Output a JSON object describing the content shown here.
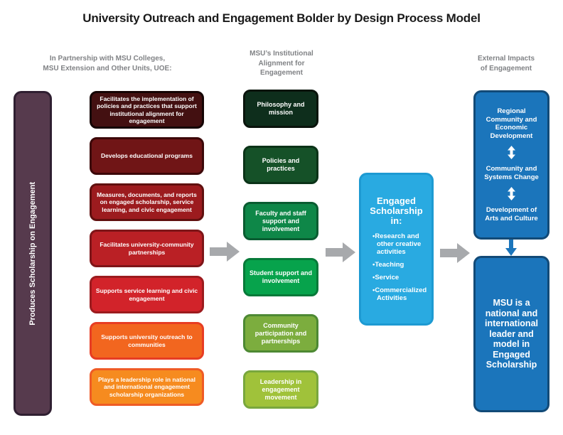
{
  "title": "University Outreach and Engagement Bolder by Design Process Model",
  "colors": {
    "background": "#ffffff",
    "title_text": "#1a1a1a",
    "header_text": "#808285",
    "flow_arrow": "#a7a9ac",
    "connector_arrow": "#1b75bb",
    "box_text": "#ffffff"
  },
  "left_bar": {
    "label": "Produces Scholarship on Engagement",
    "fill": "#563a4d",
    "border": "#2f1f31"
  },
  "partnership": {
    "header": "In Partnership with MSU Colleges,\nMSU Extension and Other Units, UOE:",
    "boxes": [
      {
        "text": "Facilitates the implementation of policies and practices that support institutional alignment for engagement",
        "fill": "#431011",
        "border": "#150404"
      },
      {
        "text": "Develops educational programs",
        "fill": "#701516",
        "border": "#3c0809"
      },
      {
        "text": "Measures, documents, and reports on engaged scholarship, service learning, and civic engagement",
        "fill": "#9c1b1e",
        "border": "#60100f"
      },
      {
        "text": "Facilitates university-community partnerships",
        "fill": "#ba2025",
        "border": "#7e1518"
      },
      {
        "text": "Supports service learning and civic engagement",
        "fill": "#d2232a",
        "border": "#9c1b1e"
      },
      {
        "text": "Supports university outreach to communities",
        "fill": "#f2661f",
        "border": "#e73d23"
      },
      {
        "text": "Plays a leadership role in national and international engagement scholarship organizations",
        "fill": "#f68b1f",
        "border": "#ef5b25"
      }
    ]
  },
  "alignment": {
    "header": "MSU’s Institutional\nAlignment for\nEngagement",
    "boxes": [
      {
        "text": "Philosophy and mission",
        "fill": "#0e2e1c",
        "border": "#0a140c"
      },
      {
        "text": "Policies and practices",
        "fill": "#155128",
        "border": "#0b3318"
      },
      {
        "text": "Faculty and staff support and involvement",
        "fill": "#0e8748",
        "border": "#0a5c31"
      },
      {
        "text": "Student support and involvement",
        "fill": "#07a34c",
        "border": "#077a39"
      },
      {
        "text": "Community participation and partnerships",
        "fill": "#7cad3e",
        "border": "#4d8933"
      },
      {
        "text": "Leadership in engagement movement",
        "fill": "#a0c23a",
        "border": "#79a73d"
      }
    ]
  },
  "scholarship": {
    "heading": "Engaged Scholarship in:",
    "bullets": [
      "Research and other creative activities",
      "Teaching",
      "Service",
      "Commercialized Activities"
    ],
    "fill": "#29aae1",
    "border": "#1d9ad2"
  },
  "impacts": {
    "header": "External Impacts\nof Engagement",
    "top_box": {
      "items": [
        "Regional Community and Economic Development",
        "Community and Systems Change",
        "Development of Arts and Culture"
      ],
      "fill": "#1b75bb",
      "border": "#124a77"
    },
    "bottom_box": {
      "text": "MSU is a national and international leader and model in Engaged Scholarship",
      "fill": "#1b75bb",
      "border": "#124a77"
    }
  },
  "icons": {
    "flow_arrow": "right-arrow",
    "impact_link": "up-down-arrow",
    "box_link": "down-arrow"
  }
}
